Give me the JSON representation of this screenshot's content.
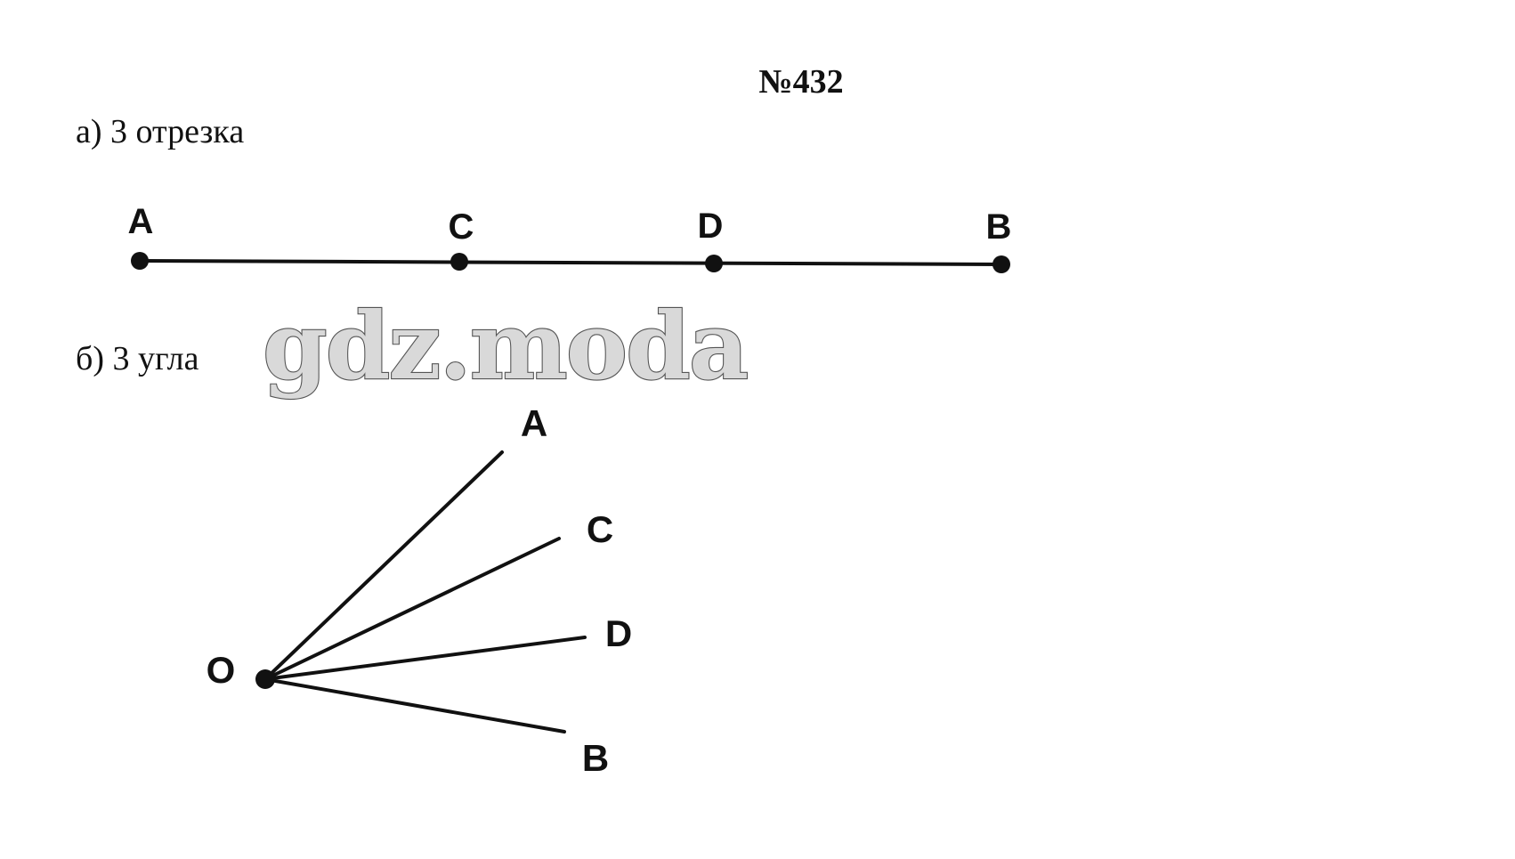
{
  "problem_number": "№432",
  "part_a": {
    "label": "а) 3 отрезка",
    "points": [
      "A",
      "C",
      "D",
      "B"
    ]
  },
  "part_b": {
    "label": "б) 3 угла",
    "vertex": "O",
    "rays": [
      "A",
      "C",
      "D",
      "B"
    ]
  },
  "watermark": "gdz.moda",
  "colors": {
    "ink": "#111111",
    "watermark_fill": "#d9d9d9",
    "watermark_stroke": "#555555",
    "background": "#ffffff"
  }
}
